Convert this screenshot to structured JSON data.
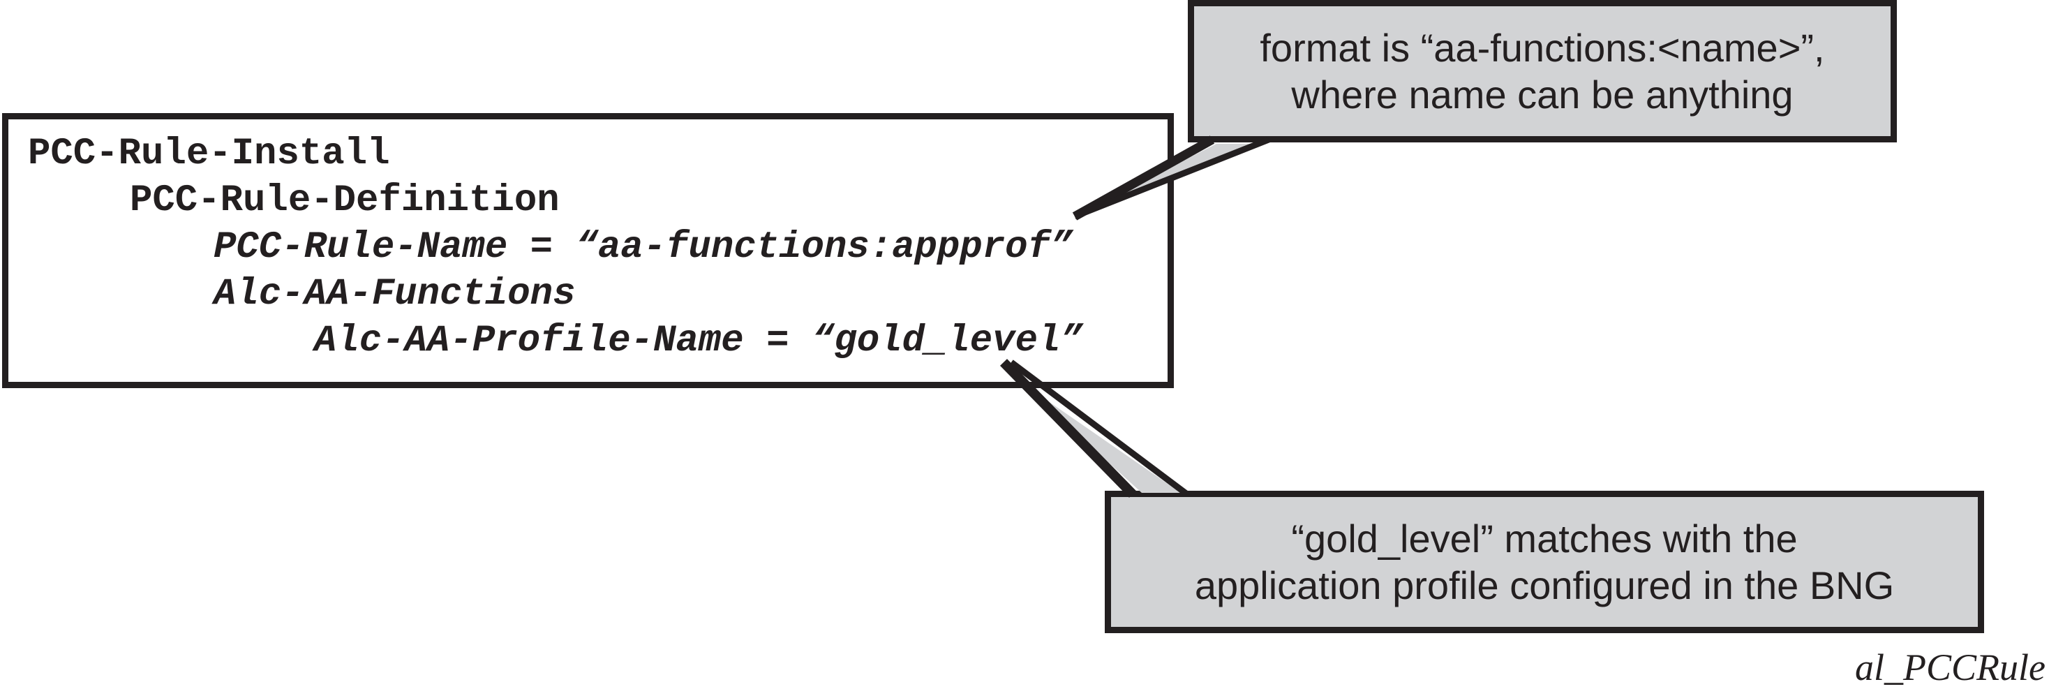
{
  "code_block": {
    "lines": [
      {
        "text": "PCC-Rule-Install",
        "italic": false
      },
      {
        "text": "PCC-Rule-Definition",
        "italic": false
      },
      {
        "text": "PCC-Rule-Name = “aa-functions:appprof”",
        "italic": true
      },
      {
        "text": "Alc-AA-Functions",
        "italic": true
      },
      {
        "text": "Alc-AA-Profile-Name = “gold_level”",
        "italic": true
      }
    ]
  },
  "callout_top": {
    "line1": "format is “aa-functions:<name>”,",
    "line2": "where name can be anything"
  },
  "callout_bottom": {
    "line1": "“gold_level” matches with the",
    "line2": "application profile configured in the BNG"
  },
  "caption": "al_PCCRule",
  "colors": {
    "ink": "#231f20",
    "callout_fill": "#d2d3d5",
    "background": "#ffffff"
  }
}
